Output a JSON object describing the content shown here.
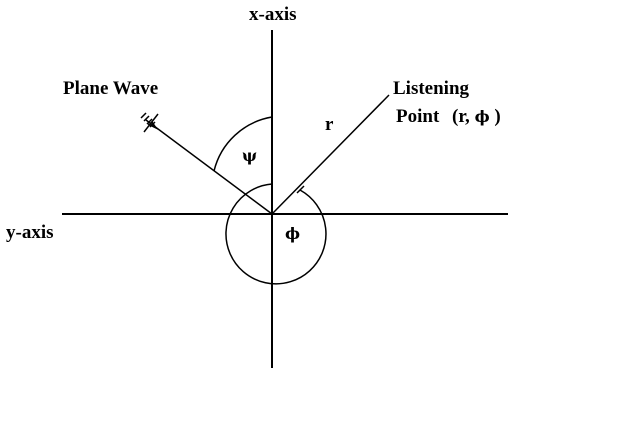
{
  "labels": {
    "x_axis": "x-axis",
    "y_axis": "y-axis",
    "plane_wave": "Plane Wave",
    "listening": "Listening",
    "point_prefix": "Point",
    "point_coords": "(r,",
    "point_phi": "ϕ",
    "point_close": ")",
    "r": "r",
    "psi": "ψ",
    "phi": "ϕ"
  },
  "colors": {
    "stroke": "#000000",
    "background": "#ffffff"
  }
}
